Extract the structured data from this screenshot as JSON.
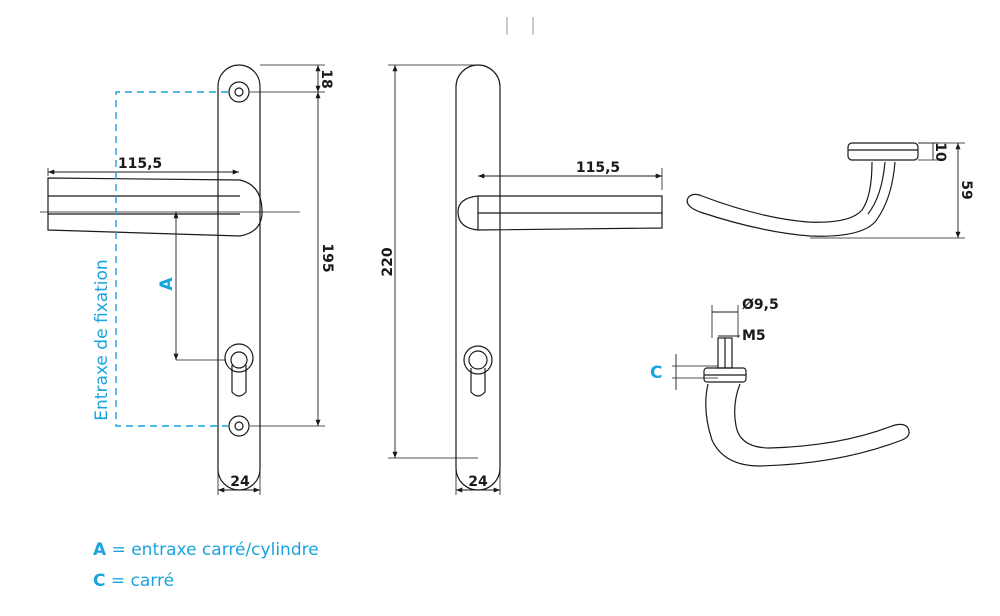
{
  "dimensions": {
    "front_view": {
      "top_offset": "18",
      "lever_length": "115,5",
      "height": "195",
      "width": "24"
    },
    "side_view": {
      "height": "220",
      "lever_length": "115,5",
      "width": "24"
    },
    "top_lever": {
      "rose_height": "10",
      "total_height": "59"
    },
    "bottom_lever": {
      "diameter": "Ø9,5",
      "thread": "M5"
    }
  },
  "labels": {
    "fixing_center": "Entraxe de fixation",
    "a_marker": "A",
    "c_marker": "C"
  },
  "legend": [
    {
      "key": "A",
      "text": " = entraxe carré/cylindre"
    },
    {
      "key": "C",
      "text": " = carré"
    }
  ],
  "colors": {
    "accent": "#1aa3dd",
    "line": "#1a1a1a"
  }
}
